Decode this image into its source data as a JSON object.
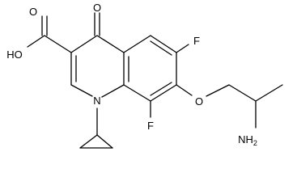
{
  "molecule": {
    "atom_labels": {
      "ketone_oxygen": "O",
      "carbonyl_oxygen": "O",
      "hydroxyl": "HO",
      "fluorine_6": "F",
      "fluorine_8": "F",
      "ring_nitrogen": "N",
      "ether_oxygen": "O",
      "amine_main": "NH",
      "amine_subscript": "2"
    }
  }
}
